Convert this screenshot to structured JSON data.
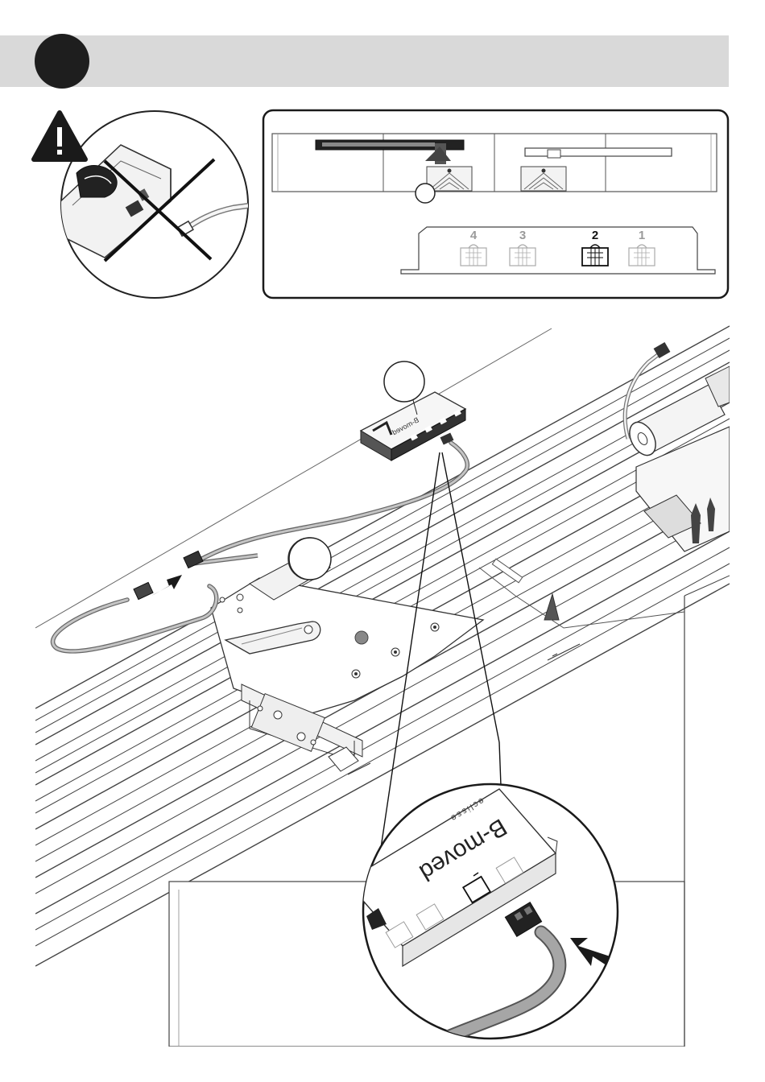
{
  "diagram": {
    "port_numbers": [
      "4",
      "3",
      "2",
      "1"
    ],
    "active_port": "2",
    "device_brand": "B-moved",
    "device_maker": "eclisse",
    "device_brand_small": "B-moved"
  },
  "icons": {
    "warning": "warning-triangle-icon",
    "insert_arrow": "insert-arrow-icon"
  },
  "colors": {
    "header_band": "#d9d9d9",
    "badge": "#1e1e1e",
    "inactive_port": "#9a9a9a",
    "active_port": "#111111",
    "cable": "#a6a6a6"
  }
}
